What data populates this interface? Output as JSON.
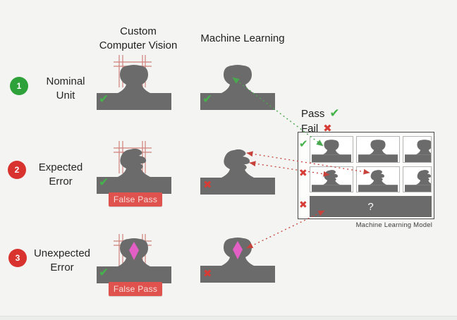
{
  "glyphs": {
    "check": "✔",
    "cross": "✖"
  },
  "colors": {
    "background": "#f4f5f2",
    "unit_gray": "#6b6b6b",
    "pass_green": "#45b24b",
    "fail_red": "#d63c35",
    "badge_green": "#2fa13a",
    "badge_red": "#d8332e",
    "false_pass_bg": "#e0524e",
    "defect_pink": "#e45fc5",
    "connector_green": "#4aa94f",
    "connector_red": "#c7423b",
    "crosshair_red": "#c96c66"
  },
  "columns": {
    "ccv_line1": "Custom",
    "ccv_line2": "Computer Vision",
    "ml": "Machine Learning"
  },
  "rows": [
    {
      "number": "1",
      "label_line1": "Nominal",
      "label_line2": "Unit",
      "ccv_result": "pass",
      "ml_result": "pass"
    },
    {
      "number": "2",
      "label_line1": "Expected",
      "label_line2": "Error",
      "ccv_result": "false_pass",
      "ccv_flag": "False Pass",
      "ml_result": "fail"
    },
    {
      "number": "3",
      "label_line1": "Unexpected",
      "label_line2": "Error",
      "ccv_result": "false_pass",
      "ccv_flag": "False Pass",
      "ml_result": "fail"
    }
  ],
  "legend": {
    "pass_label": "Pass",
    "fail_label": "Fail"
  },
  "model_box": {
    "caption": "Machine Learning Model",
    "unknown_symbol": "?"
  }
}
